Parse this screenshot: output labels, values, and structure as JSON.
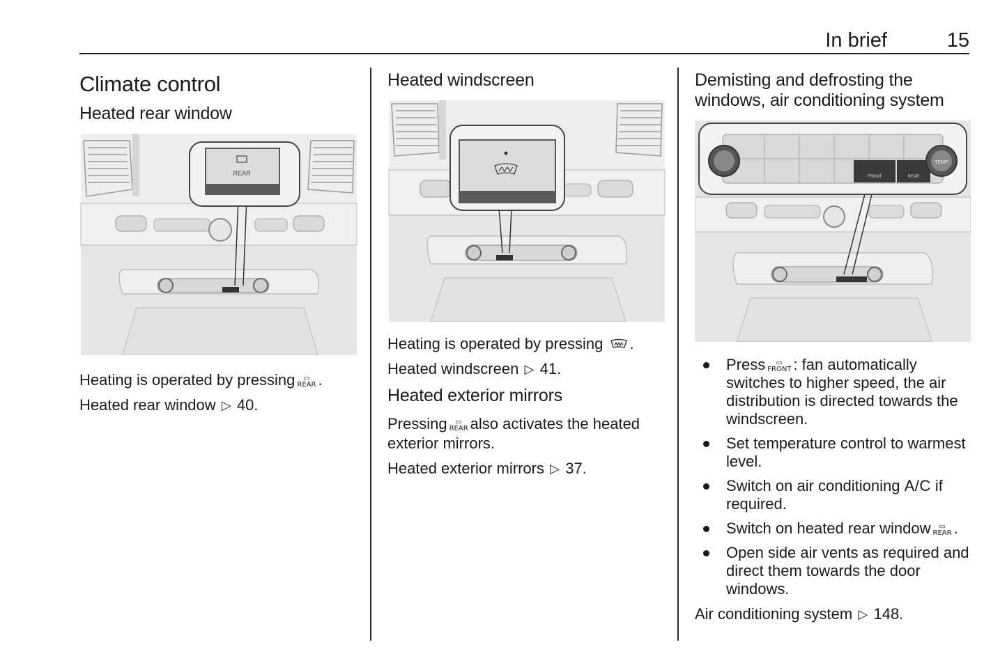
{
  "header": {
    "section": "In brief",
    "page_number": "15"
  },
  "col1": {
    "title": "Climate control",
    "subtitle": "Heated rear window",
    "image_label": "REAR",
    "text1": "Heating is operated by pressing",
    "text1_end": ".",
    "ref_text": "Heated rear window",
    "ref_page": "40."
  },
  "col2": {
    "title": "Heated windscreen",
    "text1": "Heating is operated by pressing",
    "text1_end": ".",
    "ref_text": "Heated windscreen",
    "ref_page": "41.",
    "subtitle2": "Heated exterior mirrors",
    "text2_start": "Pressing",
    "text2_end": "also activates the heated exterior mirrors.",
    "ref2_text": "Heated exterior mirrors",
    "ref2_page": "37."
  },
  "col3": {
    "title": "Demisting and defrosting the windows, air conditioning system",
    "image_labels": {
      "front": "FRONT",
      "rear": "REAR",
      "temp": "TEMP"
    },
    "bullets": {
      "b1_start": "Press",
      "b1_end": ": fan automatically switches to higher speed, the air distribution is directed towards the windscreen.",
      "b2": "Set temperature control to warmest level.",
      "b3_start": "Switch on air conditioning",
      "b3_bold": "A/C",
      "b3_end": "if required.",
      "b4_start": "Switch on heated rear window",
      "b4_end": ".",
      "b5": "Open side air vents as required and direct them towards the door windows."
    },
    "ref_text": "Air conditioning system",
    "ref_page": "148."
  },
  "icons": {
    "ref_arrow": "▷",
    "rear_symbol_label": "REAR",
    "front_symbol_label": "FRONT"
  }
}
